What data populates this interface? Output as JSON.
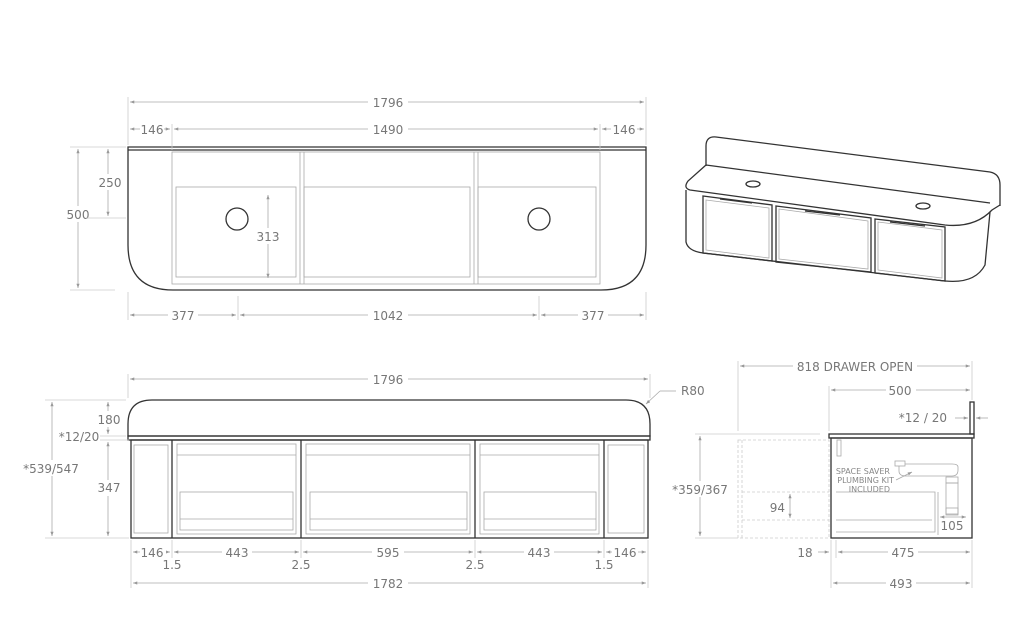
{
  "top_view": {
    "overall_width": "1796",
    "left_side": "146",
    "middle": "1490",
    "right_side": "146",
    "depth": "500",
    "tap_offset": "250",
    "inner_depth": "313",
    "left_tap": "377",
    "tap_spacing": "1042",
    "right_tap": "377"
  },
  "front_view": {
    "overall_width": "1796",
    "radius": "R80",
    "total_height": "*539/547",
    "backsplash_height": "180",
    "top_thickness": "*12/20",
    "cabinet_height": "347",
    "widths": [
      "146",
      "443",
      "595",
      "443",
      "146"
    ],
    "gaps": [
      "1.5",
      "2.5",
      "2.5",
      "1.5"
    ],
    "cabinet_width": "1782"
  },
  "side_view": {
    "drawer_open": "818 DRAWER OPEN",
    "depth": "500",
    "top_thickness": "*12 / 20",
    "height": "*359/367",
    "drawer_inner": "94",
    "trap_clearance": "105",
    "front_thickness": "18",
    "inner_depth": "475",
    "cabinet_depth": "493",
    "note_lines": [
      "SPACE SAVER",
      "PLUMBING KIT",
      "INCLUDED"
    ]
  }
}
